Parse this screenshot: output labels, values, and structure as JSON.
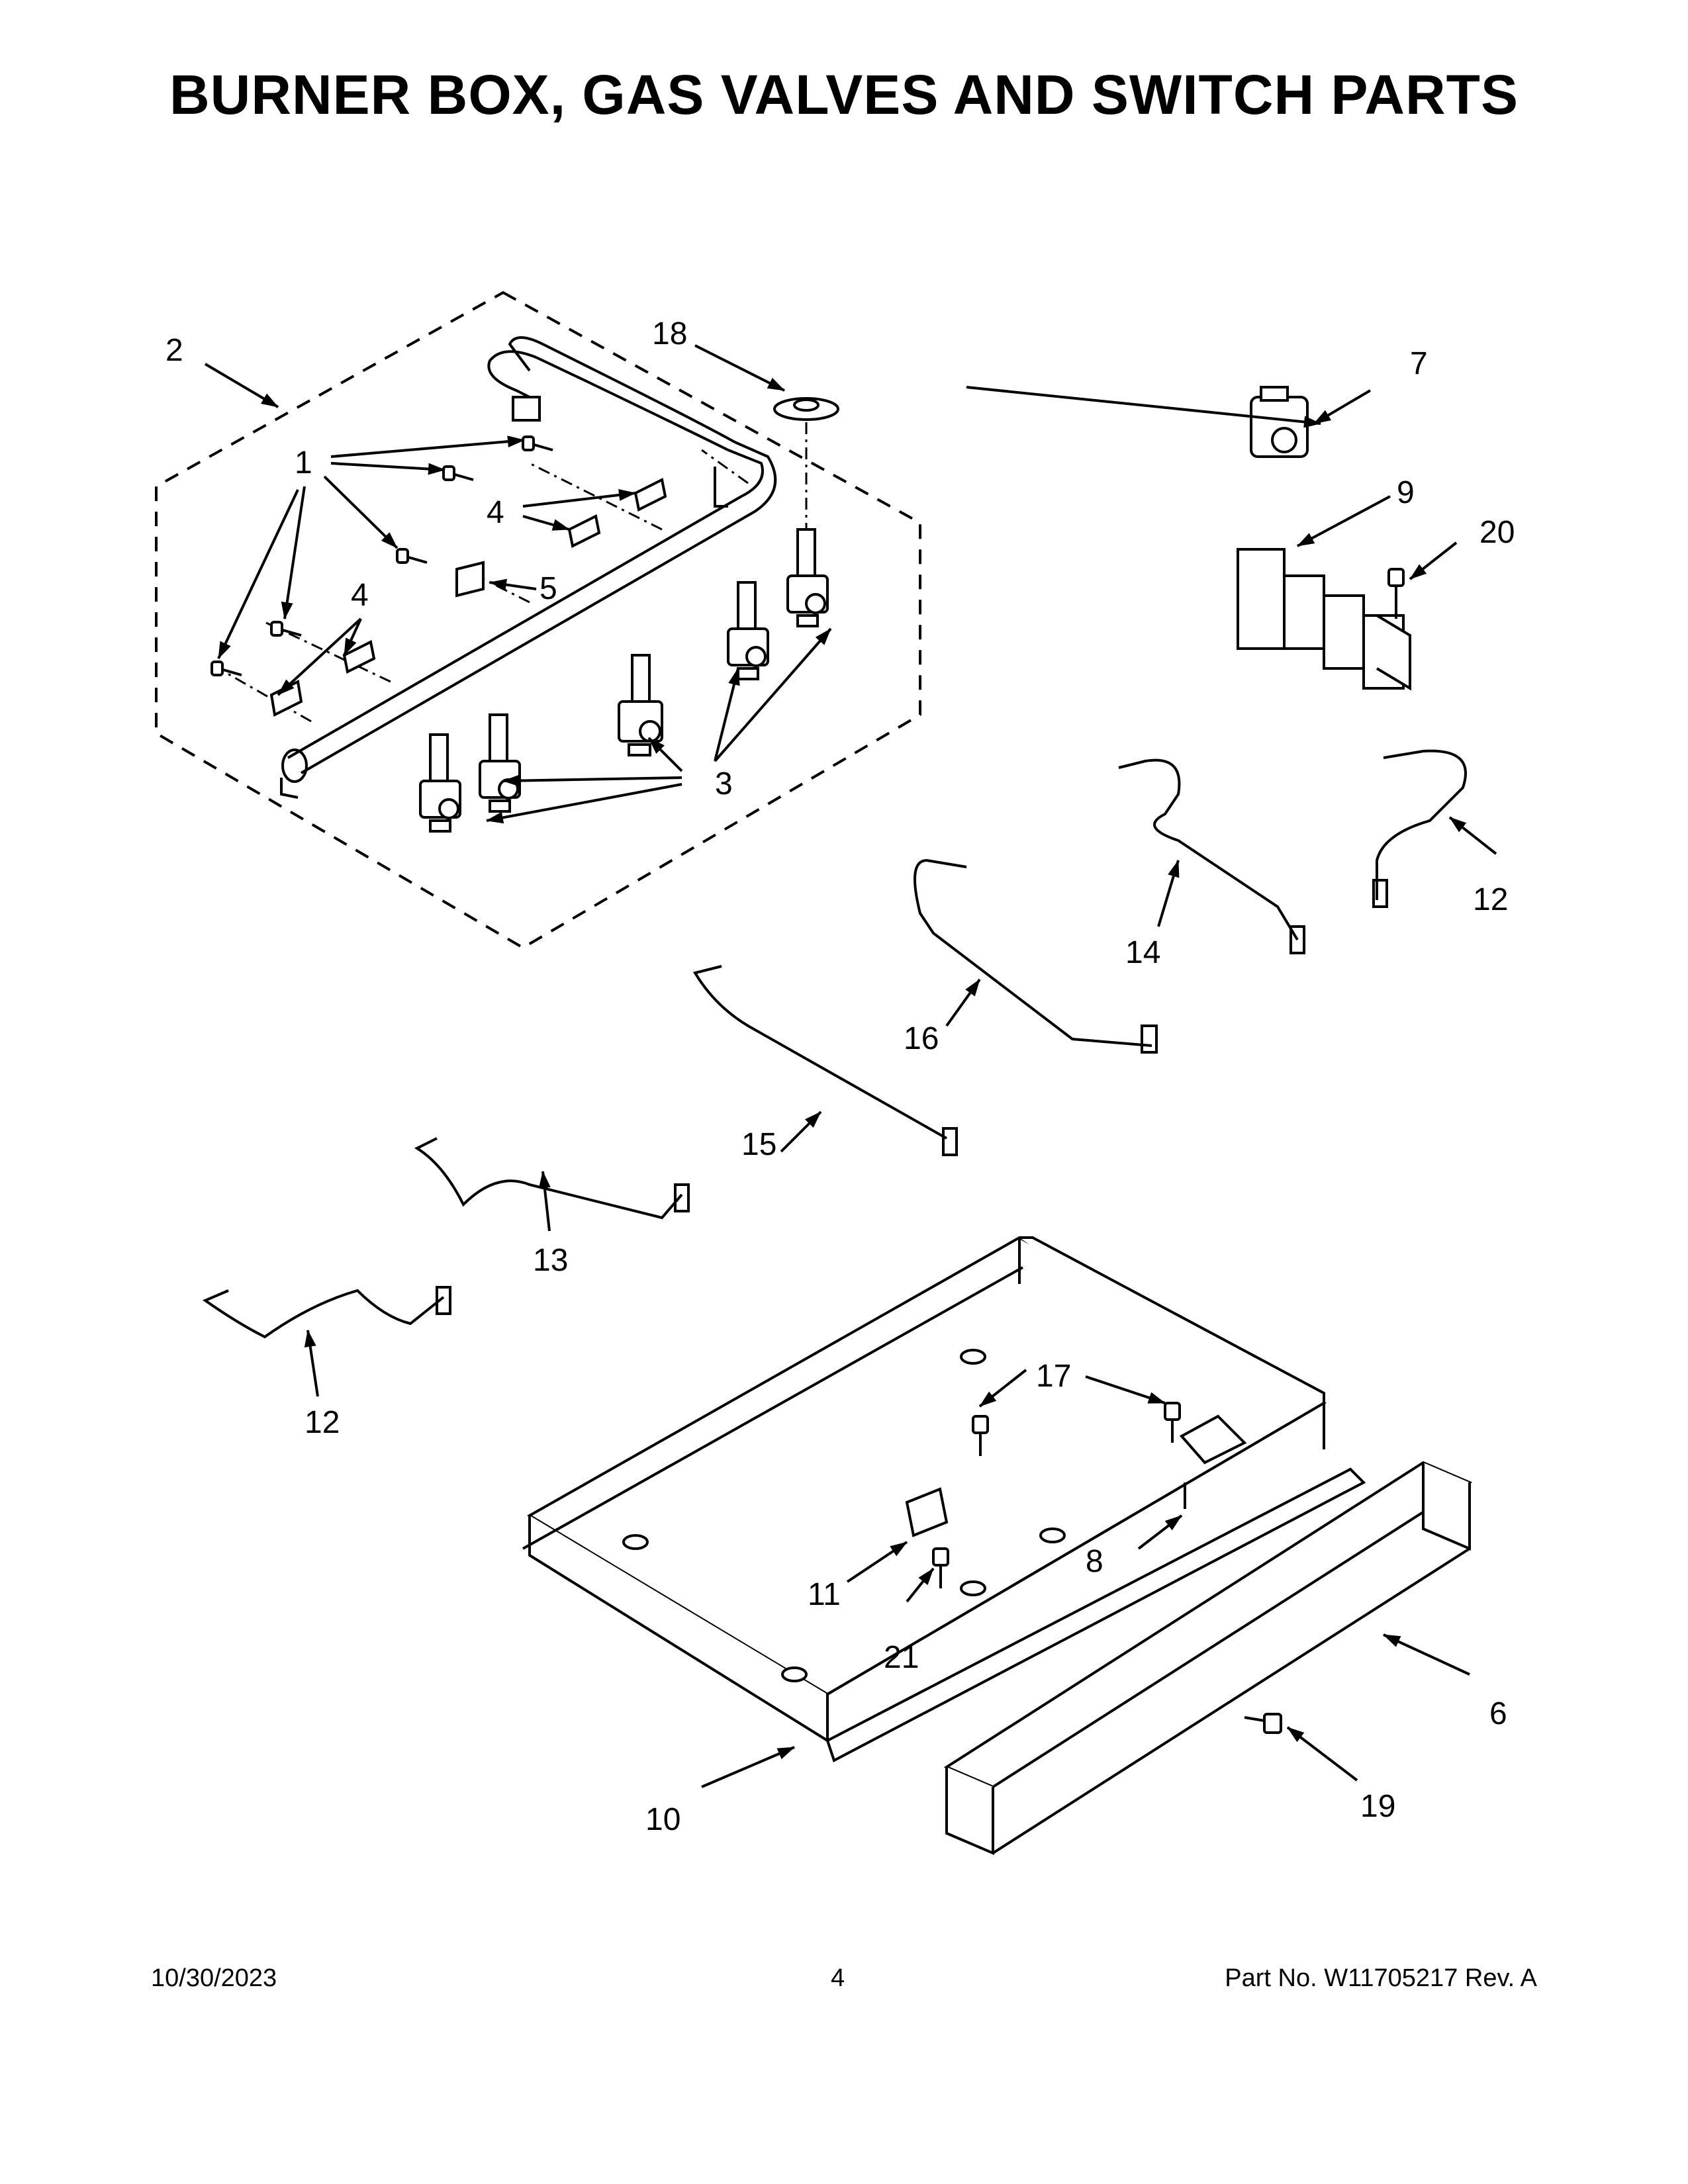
{
  "page": {
    "title": "BURNER BOX, GAS VALVES AND SWITCH PARTS",
    "footer_date": "10/30/2023",
    "footer_page": "4",
    "footer_part": "Part No.  W11705217  Rev.  A"
  },
  "callouts": {
    "c1": "1",
    "c2": "2",
    "c3": "3",
    "c4a": "4",
    "c4b": "4",
    "c5": "5",
    "c6": "6",
    "c7": "7",
    "c8": "8",
    "c9": "9",
    "c10": "10",
    "c11": "11",
    "c12a": "12",
    "c12b": "12",
    "c13": "13",
    "c14": "14",
    "c15": "15",
    "c16": "16",
    "c17": "17",
    "c18": "18",
    "c19": "19",
    "c20": "20",
    "c21": "21"
  }
}
